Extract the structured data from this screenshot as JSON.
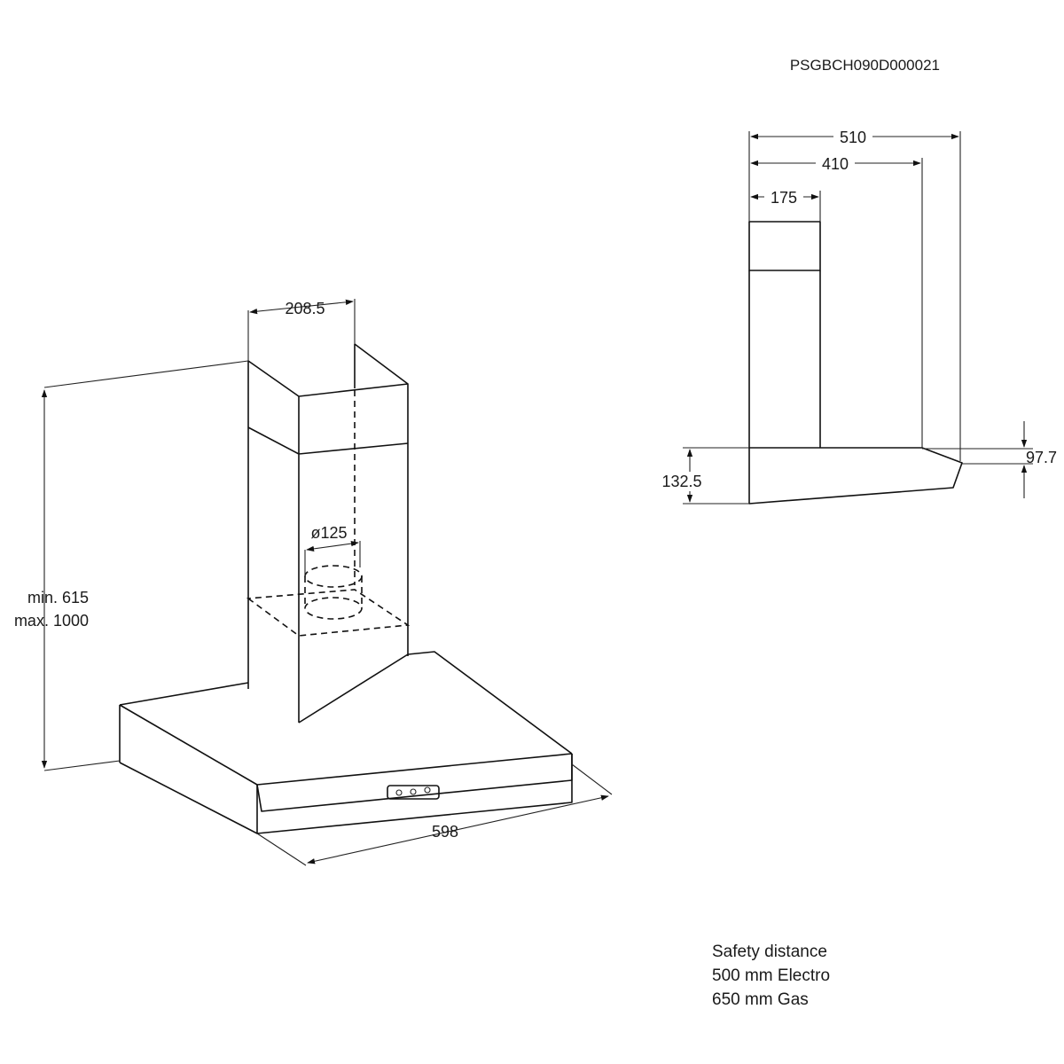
{
  "part_code": "PSGBCH090D000021",
  "front_view": {
    "chimney_width": "208.5",
    "outlet_diameter": "ø125",
    "height_min": "min. 615",
    "height_max": "max. 1000",
    "hood_width": "598"
  },
  "side_view": {
    "total_depth": "510",
    "chimney_to_edge": "410",
    "chimney_depth": "175",
    "front_height": "97.7",
    "rear_height": "132.5"
  },
  "notes": {
    "title": "Safety distance",
    "electro": "500 mm Electro",
    "gas": "650 mm Gas"
  }
}
